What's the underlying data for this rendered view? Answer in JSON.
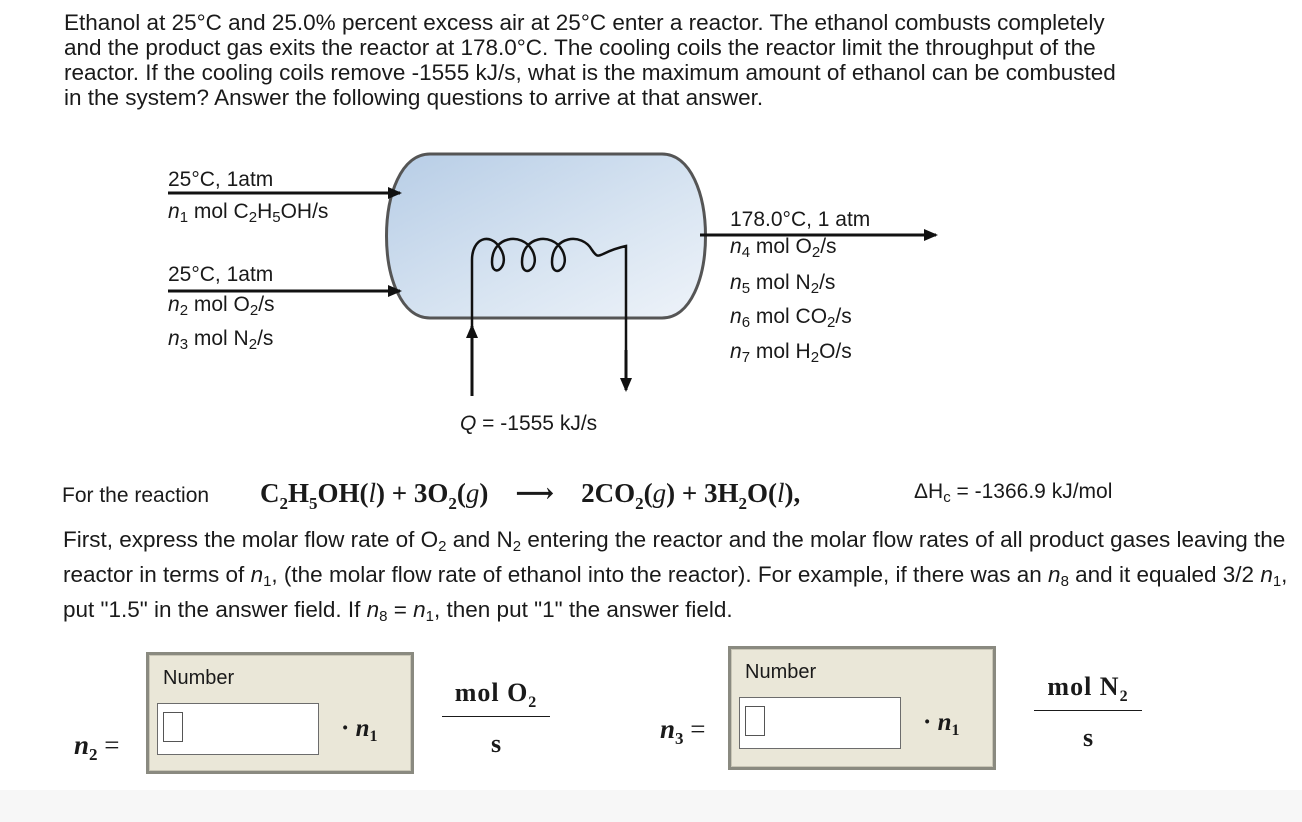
{
  "problem": {
    "lines": [
      "Ethanol at 25°C and 25.0% percent excess air at 25°C enter a reactor. The ethanol combusts completely",
      "and the product gas exits the reactor at 178.0°C. The cooling coils the reactor limit the throughput of the",
      "reactor. If the cooling coils remove -1555 kJ/s, what is the maximum amount of ethanol can be combusted",
      "in the system?  Answer the following questions to arrive at that answer."
    ]
  },
  "diagram": {
    "inlet1": {
      "condition": "25°C, 1atm",
      "var": "n",
      "sub": "1",
      "text": " mol C",
      "formula": [
        "2",
        "H",
        "5",
        "OH/s"
      ]
    },
    "inlet2": {
      "condition": "25°C, 1atm",
      "o2_var": "n",
      "o2_sub": "2",
      "o2_text": " mol O",
      "o2_tail": "/s",
      "n2_var": "n",
      "n2_sub": "3",
      "n2_text": " mol N",
      "n2_tail": "/s"
    },
    "outlet": {
      "condition": "178.0°C, 1 atm",
      "lines": [
        {
          "var": "n",
          "sub": "4",
          "text": " mol O",
          "s": "2",
          "tail": "/s"
        },
        {
          "var": "n",
          "sub": "5",
          "text": " mol N",
          "s": "2",
          "tail": "/s"
        },
        {
          "var": "n",
          "sub": "6",
          "text": " mol CO",
          "s": "2",
          "tail": "/s"
        },
        {
          "var": "n",
          "sub": "7",
          "text": " mol H",
          "s": "2",
          "tail": "O/s"
        }
      ]
    },
    "heat": {
      "var": "Q",
      "text": " = -1555 kJ/s"
    }
  },
  "reaction": {
    "lead": "For the reaction",
    "dh_symbol": "ΔH",
    "dh_sub": "c",
    "dh_value": " = -1366.9 kJ/mol"
  },
  "instructions": {
    "p1": "First, express the molar flow rate of O",
    "p2": " and N",
    "p3": " entering the reactor and the molar flow rates of all product gases leaving the reactor in terms of ",
    "p4": ", (the molar flow rate of ethanol into the reactor). For example, if there was an ",
    "p5": " and it equaled 3/2 ",
    "p6": ", put \"1.5\" in the answer field. If ",
    "p7": " = ",
    "p8": ", then put \"1\" the answer field."
  },
  "answers": [
    {
      "label_var": "n",
      "label_sub": "2",
      "caption": "Number",
      "value": "",
      "unit_num": "mol  O",
      "unit_sub": "2",
      "unit_den": "s"
    },
    {
      "label_var": "n",
      "label_sub": "3",
      "caption": "Number",
      "value": "",
      "unit_num": "mol  N",
      "unit_sub": "2",
      "unit_den": "s"
    }
  ]
}
